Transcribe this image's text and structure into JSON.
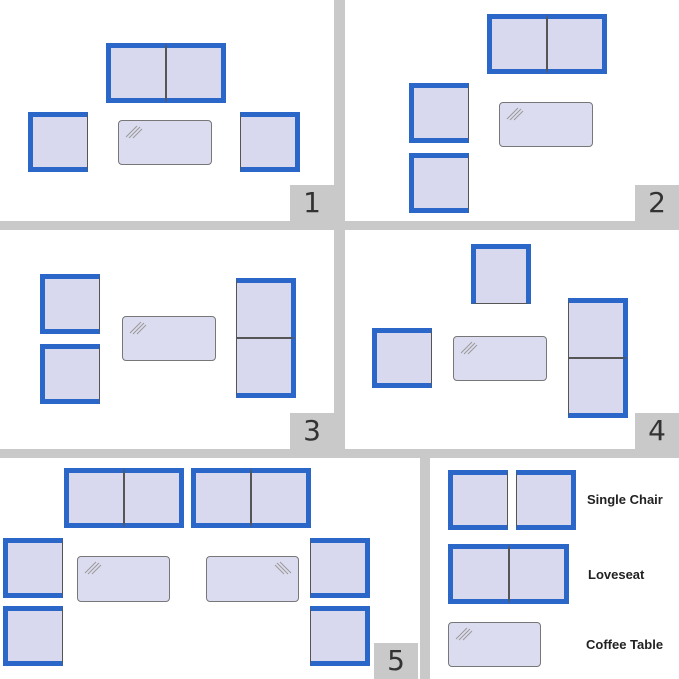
{
  "panels": [
    {
      "number": "1"
    },
    {
      "number": "2"
    },
    {
      "number": "3"
    },
    {
      "number": "4"
    },
    {
      "number": "5"
    }
  ],
  "legend": {
    "single_chair": "Single Chair",
    "loveseat": "Loveseat",
    "coffee_table": "Coffee Table"
  },
  "colors": {
    "frame": "#2b67c8",
    "cushion": "#d8d8ee",
    "panel_bg": "#ffffff",
    "border_bg": "#c9c9c9"
  }
}
